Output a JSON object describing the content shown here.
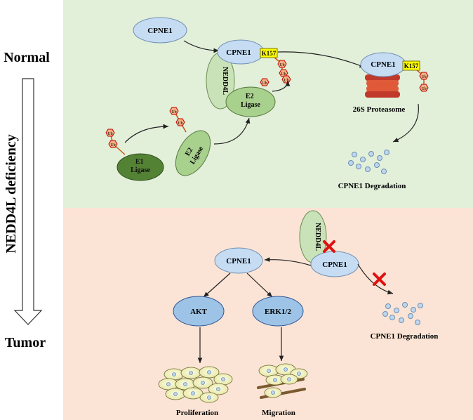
{
  "side": {
    "top_label": "Normal",
    "bottom_label": "Tumor",
    "axis_label": "NEDD4L deficiency"
  },
  "normal_panel": {
    "background_color": "#e2efd9",
    "cpne1_free": "CPNE1",
    "cpne1_bound": "CPNE1",
    "k157": "K157",
    "nedd4l": "NEDD4L",
    "e2_label": "E2\nLigase",
    "e1_label": "E1\nLigase",
    "e2_diag_label": "E2\nLigase",
    "ub": "Ub",
    "proteasome_cpne1": "CPNE1",
    "proteasome_k157": "K157",
    "proteasome_label": "26S Proteasome",
    "degradation_label": "CPNE1 Degradation"
  },
  "tumor_panel": {
    "background_color": "#fbe4d5",
    "nedd4l": "NEDD4L",
    "cpne1_bound": "CPNE1",
    "cpne1_free": "CPNE1",
    "akt": "AKT",
    "erk": "ERK1/2",
    "degradation_label": "CPNE1 Degradation",
    "proliferation_label": "Proliferation",
    "migration_label": "Migration"
  },
  "colors": {
    "cpne1_fill": "#c5dcf3",
    "pathway_fill": "#9dc3e6",
    "ligase_fill": "#a9d18e",
    "e1_fill": "#548235",
    "ub_fill": "#f4b183",
    "ub_stroke": "#c00000",
    "k157_fill": "#ffff00",
    "proteasome_fill": "#e05a3a",
    "dot_fill": "#bdd7ee",
    "cell_fill": "#f2f2c4",
    "x_mark": "#e01010"
  }
}
